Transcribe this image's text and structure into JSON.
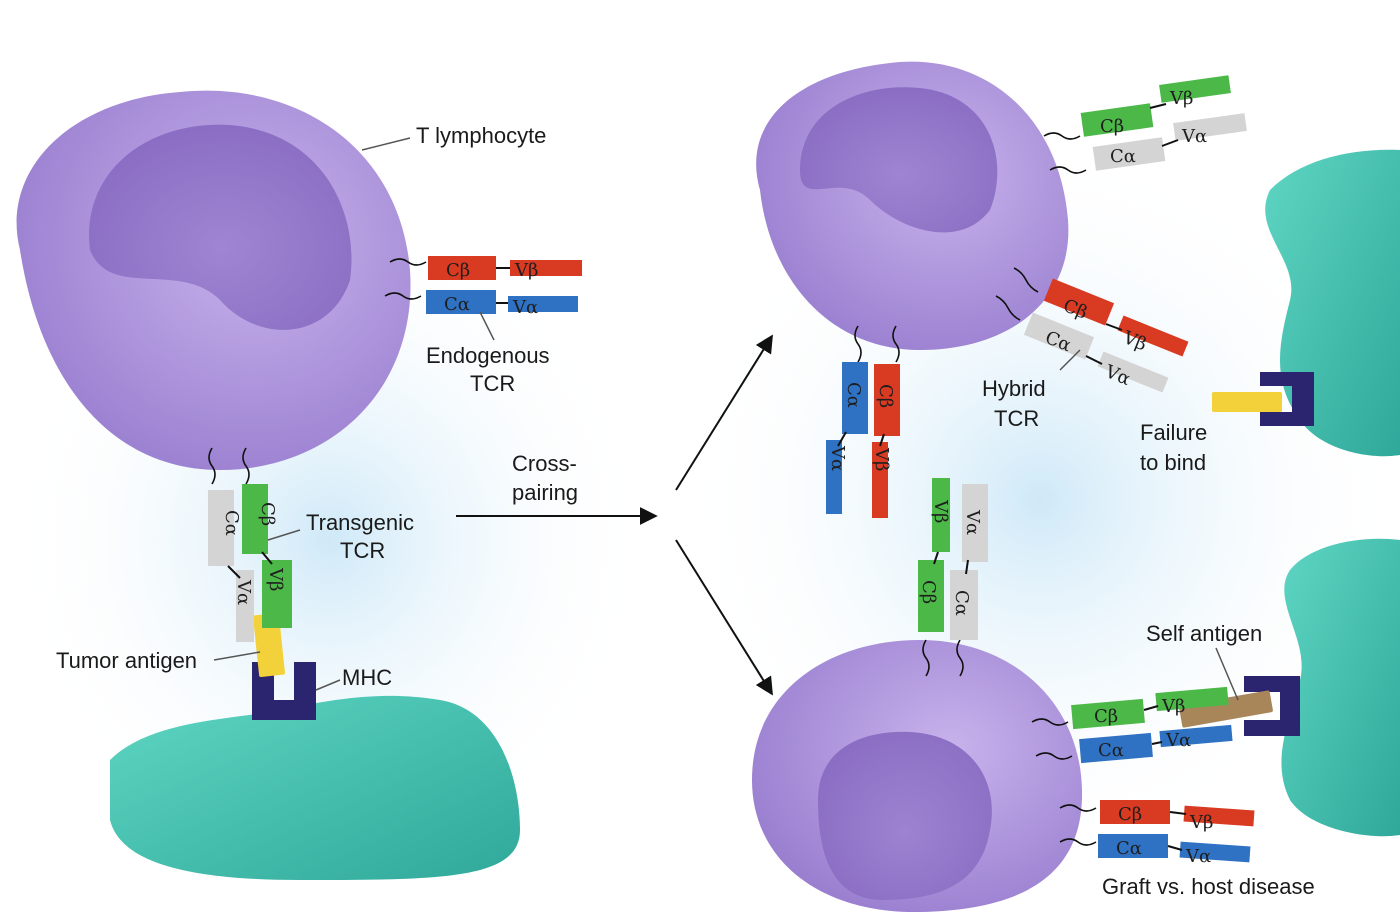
{
  "labels": {
    "t_lymphocyte": "T lymphocyte",
    "endogenous_1": "Endogenous",
    "endogenous_2": "TCR",
    "transgenic_1": "Transgenic",
    "transgenic_2": "TCR",
    "tumor_antigen": "Tumor antigen",
    "mhc": "MHC",
    "cross_pairing_1": "Cross-",
    "cross_pairing_2": "pairing",
    "hybrid_1": "Hybrid",
    "hybrid_2": "TCR",
    "failure_1": "Failure",
    "failure_2": "to bind",
    "self_antigen": "Self antigen",
    "gvhd": "Graft vs. host disease"
  },
  "domains": {
    "c_beta": "Cβ",
    "v_beta": "Vβ",
    "c_alpha": "Cα",
    "v_alpha": "Vα"
  },
  "colors": {
    "cell": "#a98ed6",
    "nucleus": "#8f72c6",
    "target_cell": "#3fbfae",
    "beta_endogenous": "#d93a22",
    "alpha_endogenous": "#2f72c4",
    "beta_transgenic": "#4cb848",
    "alpha_transgenic": "#d4d4d4",
    "mhc": "#2b2570",
    "tumor_antigen": "#f2d13a",
    "self_antigen": "#a8865a",
    "background_glow": "#d4ecf8"
  }
}
